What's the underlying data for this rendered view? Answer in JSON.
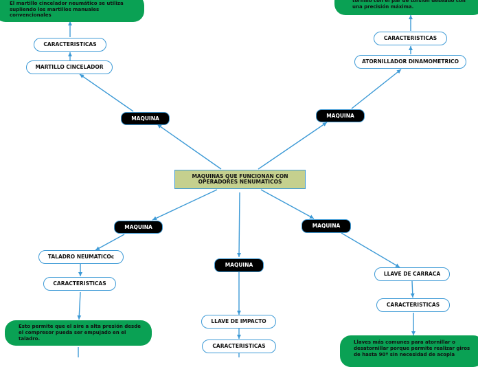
{
  "mindmap": {
    "root": "MAQUINAS QUE FUNCIONAN CON OPERADORES NENUMATICOS",
    "branches": [
      {
        "machine_label": "MAQUINA",
        "tool": "MARTILLO CINCELADOR",
        "characteristics_label": "CARACTERISTICAS",
        "description": "El martillo cincelador neumático se utiliza supliendo los martillos manuales convencionales"
      },
      {
        "machine_label": "MAQUINA",
        "tool": "ATORNILLADOR DINAMOMETRICO",
        "characteristics_label": "CARACTERISTICAS",
        "description": "tornillo con el par de torsión deseado con una precisión máxima."
      },
      {
        "machine_label": "MAQUINA",
        "tool": "TALADRO NEUMATICOc",
        "characteristics_label": "CARACTERISTICAS",
        "description": "Esto permite que el aire a alta presión desde el compresor pueda ser empujado en el taladro."
      },
      {
        "machine_label": "MAQUINA",
        "tool": "LLAVE DE IMPACTO",
        "characteristics_label": "CARACTERISTICAS",
        "description": ""
      },
      {
        "machine_label": "MAQUINA",
        "tool": "LLAVE DE CARRACA",
        "characteristics_label": "CARACTERISTICAS",
        "description": "Llaves más comunes para atornillar o desatornillar porque permite realizar giros de hasta 90º sin necesidad de acopla"
      }
    ]
  },
  "colors": {
    "line": "#3d9ad6",
    "root_fill": "#c5d08e",
    "machine_fill": "#000000",
    "description_fill": "#0aa154"
  }
}
